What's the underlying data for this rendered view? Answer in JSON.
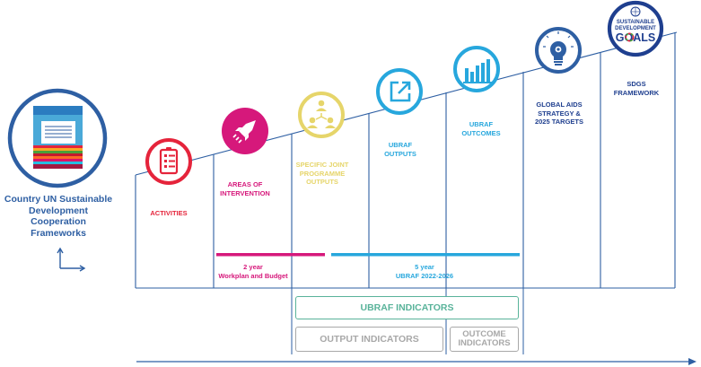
{
  "colors": {
    "frame_blue": "#2e5fa3",
    "activities_red": "#e5243b",
    "intervention_magenta": "#d6187b",
    "joint_yellow": "#e6d56a",
    "outputs_cyan": "#27a7dd",
    "sdg_navy": "#1f3f8f",
    "ubraf_teal": "#59b39a",
    "grey": "#a8a8a8"
  },
  "left": {
    "title": "Country UN Sustainable Development Cooperation Frameworks",
    "icon": "cooperation-framework-document"
  },
  "stages": [
    {
      "id": "activities",
      "label": "ACTIVITIES",
      "icon": "checklist-icon"
    },
    {
      "id": "areas",
      "label": "AREAS OF INTERVENTION",
      "icon": "rocket-icon"
    },
    {
      "id": "joint",
      "label": "SPECIFIC JOINT PROGRAMME OUTPUTS",
      "icon": "people-network-icon"
    },
    {
      "id": "ubraf_outputs",
      "label": "UBRAF OUTPUTS",
      "icon": "external-arrow-icon"
    },
    {
      "id": "ubraf_outcomes",
      "label": "UBRAF OUTCOMES",
      "icon": "bar-chart-icon"
    },
    {
      "id": "global_aids",
      "label": "GLOBAL AIDS STRATEGY & 2025 TARGETS",
      "icon": "lightbulb-gear-icon"
    },
    {
      "id": "sdgs",
      "label": "SDGS FRAMEWORK",
      "icon": "sdg-logo"
    }
  ],
  "sdg_logo": {
    "line1": "SUSTAINABLE",
    "line2": "DEVELOPMENT",
    "line3": "GOALS"
  },
  "timelines": {
    "two_year": {
      "label1": "2 year",
      "label2": "Workplan and Budget"
    },
    "five_year": {
      "label1": "5 year",
      "label2": "UBRAF 2022-2026"
    }
  },
  "indicators": {
    "ubraf": "UBRAF INDICATORS",
    "output": "OUTPUT INDICATORS",
    "outcome_line1": "OUTCOME",
    "outcome_line2": "INDICATORS"
  }
}
